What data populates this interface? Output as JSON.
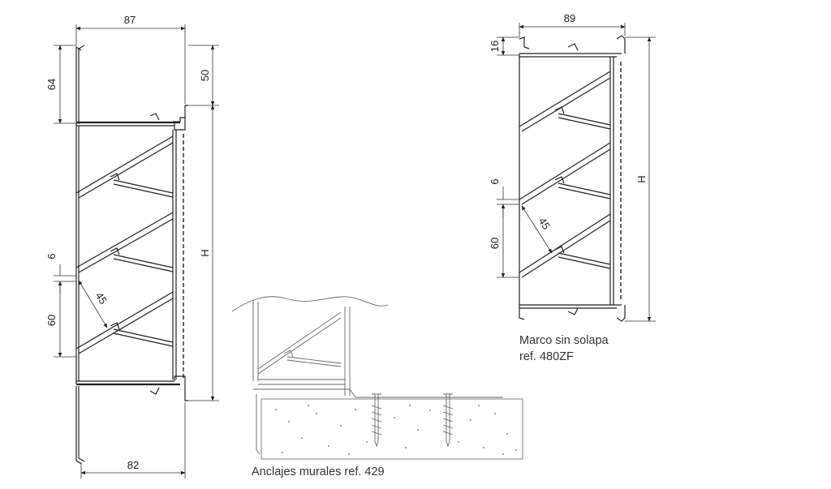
{
  "left_drawing": {
    "dim_top": "87",
    "dim_bottom": "82",
    "dim_upper_left": "64",
    "dim_upper_right": "50",
    "dim_gap": "6",
    "dim_pitch": "60",
    "dim_angle": "45",
    "dim_height": "H"
  },
  "right_drawing": {
    "dim_top": "89",
    "dim_flange": "16",
    "dim_gap": "6",
    "dim_pitch": "60",
    "dim_angle": "45",
    "dim_height": "H",
    "caption_line1": "Marco sin solapa",
    "caption_line2": "ref. 480ZF"
  },
  "detail_drawing": {
    "caption": "Anclajes murales ref. 429"
  }
}
